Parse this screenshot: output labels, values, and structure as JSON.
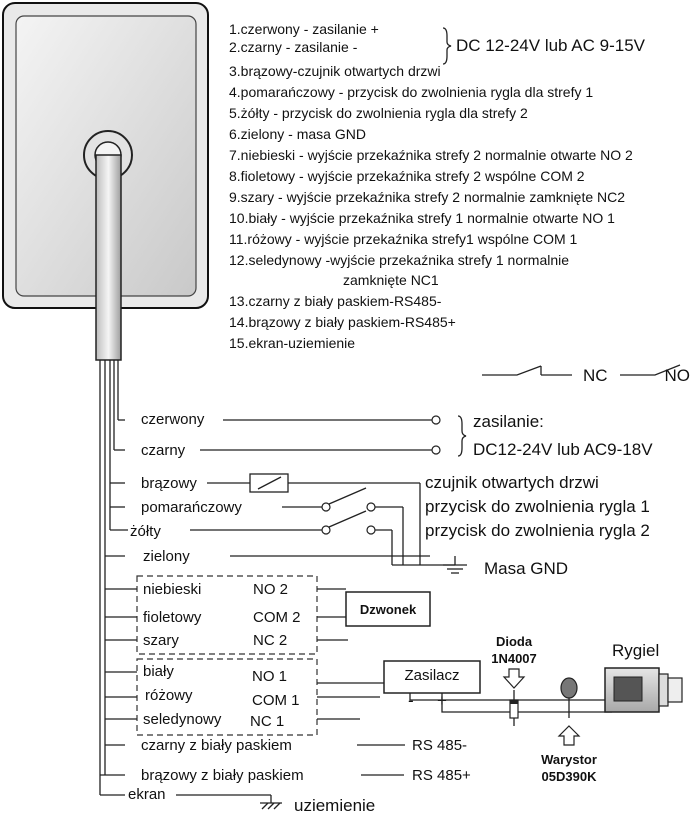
{
  "legend": {
    "items": [
      "1.czerwony - zasilanie +",
      "2.czarny - zasilanie -",
      "3.brązowy-czujnik otwartych drzwi",
      "4.pomarańczowy - przycisk do zwolnienia  rygla dla strefy 1",
      "5.żółty - przycisk do zwolnienia rygla dla strefy 2",
      "6.zielony - masa GND",
      "7.niebieski - wyjście przekaźnika strefy 2 normalnie otwarte NO 2",
      "8.fioletowy - wyjście przekaźnika strefy 2 wspólne COM 2",
      "9.szary - wyjście przekaźnika strefy 2 normalnie zamknięte NC2",
      "10.biały - wyjście przekaźnika strefy 1 normalnie otwarte NO 1",
      "11.różowy - wyjście przekaźnika strefy1 wspólne COM 1",
      "12.seledynowy -wyjście przekaźnika strefy 1 normalnie",
      "zamknięte NC1",
      "13.czarny z biały paskiem-RS485-",
      "14.brązowy z biały paskiem-RS485+",
      "15.ekran-uziemienie"
    ],
    "power_note": "DC 12-24V lub AC 9-15V"
  },
  "switch_legend": {
    "nc": "NC",
    "no": "NO"
  },
  "wires": {
    "czerwony": "czerwony",
    "czarny": "czarny",
    "brazowy": "brązowy",
    "pomaranczowy": "pomarańczowy",
    "zolty": "żółty",
    "zielony": "zielony",
    "niebieski": "niebieski",
    "fioletowy": "fioletowy",
    "szary": "szary",
    "bialy": "biały",
    "rozowy": "różowy",
    "seledynowy": "seledynowy",
    "czarny_pasek": "czarny z biały paskiem",
    "brazowy_pasek": "brązowy z biały paskiem",
    "ekran": "ekran"
  },
  "terminals": {
    "no2": "NO 2",
    "com2": "COM 2",
    "nc2": "NC 2",
    "no1": "NO 1",
    "com1": "COM 1",
    "nc1": "NC 1"
  },
  "right_labels": {
    "zasilanie": "zasilanie:",
    "zasilanie_range": "DC12-24V lub AC9-18V",
    "czujnik": "czujnik otwartych drzwi",
    "przycisk1": "przycisk do zwolnienia rygla 1",
    "przycisk2": "przycisk do zwolnienia rygla 2",
    "masa": "Masa GND",
    "rs485m": "RS 485-",
    "rs485p": "RS 485+",
    "uziemienie": "uziemienie"
  },
  "components": {
    "dzwonek": "Dzwonek",
    "zasilacz": "Zasilacz",
    "minus": "-",
    "plus": "+",
    "dioda": "Dioda",
    "dioda_model": "1N4007",
    "warystor": "Warystor",
    "warystor_model": "05D390K",
    "rygiel": "Rygiel"
  }
}
